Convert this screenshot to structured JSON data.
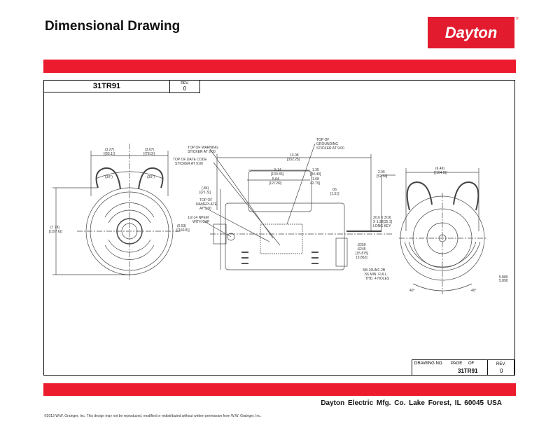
{
  "header": {
    "title": "Dimensional Drawing",
    "logo": "Dayton",
    "logo_mark": "®"
  },
  "drawing_header": {
    "part_number": "31TR91",
    "rev_label": "REV.",
    "rev_value": "0"
  },
  "title_block": {
    "drawing_no_label": "DRAWING NO.",
    "page_label": "PAGE",
    "of_label": "OF",
    "drawing_no": "31TR91",
    "rev_label": "REV.",
    "rev_value": "0"
  },
  "annotations": {
    "left": {
      "w1": "(3.27)",
      "w1mm": "[(83.1)]",
      "w2": "(3.07)",
      "w2mm": "[(78.0)]",
      "a1": "(30°)",
      "a2": "(30°)",
      "h": "(7.78)",
      "hmm": "[(197.6)]"
    },
    "side": {
      "warning": "TOP OF WARNING",
      "warning2": "STICKER AT 9:00",
      "datecode": "TOP OF DATE CODE",
      "datecode2": "STICKER AT 9:00",
      "grounding": "TOP OF",
      "grounding2": "GROUNDING",
      "grounding3": "STICKER AT 9:00",
      "nameplate": "TOP OF",
      "nameplate2": "NAMEPLATE",
      "nameplate3": "AT 3:00",
      "npem": "1/2-14 NPEM",
      "npem2": "WITH CAP",
      "len": "13.08",
      "lenmm": "[332.25]",
      "d514": "5.14",
      "d514mm": "[130.45]",
      "d504": "5.04",
      "d504mm": "[127.89]",
      "d135": "1.35",
      "d135mm": "[34.40]",
      "d168": "1.68",
      "d168mm": "42.79]",
      "d84": "(.84)",
      "d84mm": "[(21.3)]",
      "d653": "(6.53)",
      "d653mm": "[(160.8)]",
      "d06": ".06",
      "d06mm": "[1.51]",
      "d206": "2.06",
      "d206mm": "[52.34]",
      "key": "3/16 X 3/16",
      "key2": "X 1.38[35.1]",
      "key3": "LONG KEY",
      "shaft": ".6250",
      "shaft2": ".6245",
      "shaftmm": "[15.875]",
      "shaftmm2": "15.862]"
    },
    "right": {
      "w": "(6.49)",
      "wmm": "[(164.8)]",
      "holes": "3/8-16UNF-2B",
      "holes2": ".56 MIN. FULL",
      "holes3": "THD. 4 HOLES",
      "a1": "40°",
      "a2": "40°",
      "bc": "5.880",
      "bc2": "5.890"
    }
  },
  "footer": {
    "company": "Dayton Electric Mfg. Co.  Lake Forest, IL  60045  USA",
    "copyright": "©2013 W.W. Grainger, Inc.   This design may not be reproduced, modified or redistributed without written permission from W.W. Grainger, Inc."
  },
  "colors": {
    "brand_red": "#ec1c2e"
  }
}
